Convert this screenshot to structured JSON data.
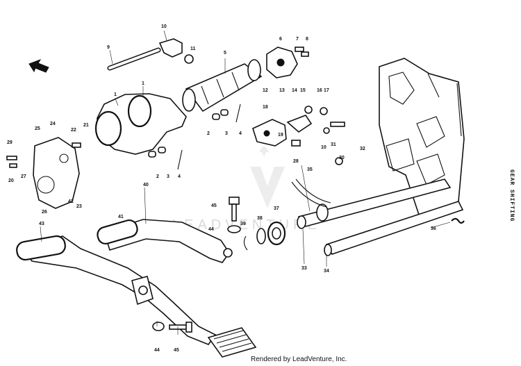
{
  "title": "GEAR SHIFTING",
  "footer": "Rendered by LeadVenture, Inc.",
  "watermark": "LEADVENTURE",
  "callouts": [
    {
      "id": "c1",
      "label": "1"
    },
    {
      "id": "c1b",
      "label": "1"
    },
    {
      "id": "c2",
      "label": "2"
    },
    {
      "id": "c2b",
      "label": "2"
    },
    {
      "id": "c3",
      "label": "3"
    },
    {
      "id": "c3b",
      "label": "3"
    },
    {
      "id": "c4",
      "label": "4"
    },
    {
      "id": "c4b",
      "label": "4"
    },
    {
      "id": "c5",
      "label": "5"
    },
    {
      "id": "c6",
      "label": "6"
    },
    {
      "id": "c7",
      "label": "7"
    },
    {
      "id": "c8",
      "label": "8"
    },
    {
      "id": "c9",
      "label": "9"
    },
    {
      "id": "c10",
      "label": "10"
    },
    {
      "id": "c10b",
      "label": "10"
    },
    {
      "id": "c11",
      "label": "11"
    },
    {
      "id": "c12",
      "label": "12"
    },
    {
      "id": "c13",
      "label": "13"
    },
    {
      "id": "c14",
      "label": "14"
    },
    {
      "id": "c15",
      "label": "15"
    },
    {
      "id": "c16",
      "label": "16"
    },
    {
      "id": "c17",
      "label": "17"
    },
    {
      "id": "c18",
      "label": "18"
    },
    {
      "id": "c19",
      "label": "19"
    },
    {
      "id": "c20",
      "label": "20"
    },
    {
      "id": "c21",
      "label": "21"
    },
    {
      "id": "c22",
      "label": "22"
    },
    {
      "id": "c23",
      "label": "23"
    },
    {
      "id": "c24",
      "label": "24"
    },
    {
      "id": "c25",
      "label": "25"
    },
    {
      "id": "c26",
      "label": "26"
    },
    {
      "id": "c27",
      "label": "27"
    },
    {
      "id": "c28",
      "label": "28"
    },
    {
      "id": "c29",
      "label": "29"
    },
    {
      "id": "c30",
      "label": "30"
    },
    {
      "id": "c31",
      "label": "31"
    },
    {
      "id": "c32",
      "label": "32"
    },
    {
      "id": "c33",
      "label": "33"
    },
    {
      "id": "c34",
      "label": "34"
    },
    {
      "id": "c35",
      "label": "35"
    },
    {
      "id": "c36",
      "label": "36"
    },
    {
      "id": "c37",
      "label": "37"
    },
    {
      "id": "c38",
      "label": "38"
    },
    {
      "id": "c39",
      "label": "39"
    },
    {
      "id": "c40",
      "label": "40"
    },
    {
      "id": "c41",
      "label": "41"
    },
    {
      "id": "c42",
      "label": "42"
    },
    {
      "id": "c43",
      "label": "43"
    },
    {
      "id": "c44",
      "label": "44"
    },
    {
      "id": "c44b",
      "label": "44"
    },
    {
      "id": "c45",
      "label": "45"
    },
    {
      "id": "c45b",
      "label": "45"
    }
  ]
}
